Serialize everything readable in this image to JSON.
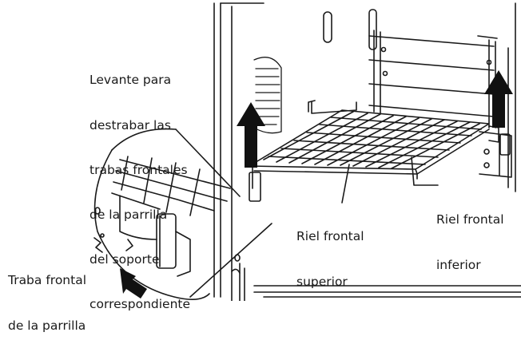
{
  "labels": {
    "lift_instruction": [
      "Levante para",
      "destrabar las",
      "trabas frontales",
      "de la parrilla",
      "del soporte",
      "correspondiente"
    ],
    "lower_front_rail": [
      "Riel frontal",
      "inferior"
    ],
    "upper_front_rail": [
      "Riel frontal",
      "superior"
    ],
    "rack_front_latch": [
      "Traba frontal",
      "de la parrilla"
    ]
  },
  "colors": {
    "line": "#1a1a1a",
    "arrow": "#111111",
    "background": "#ffffff"
  }
}
